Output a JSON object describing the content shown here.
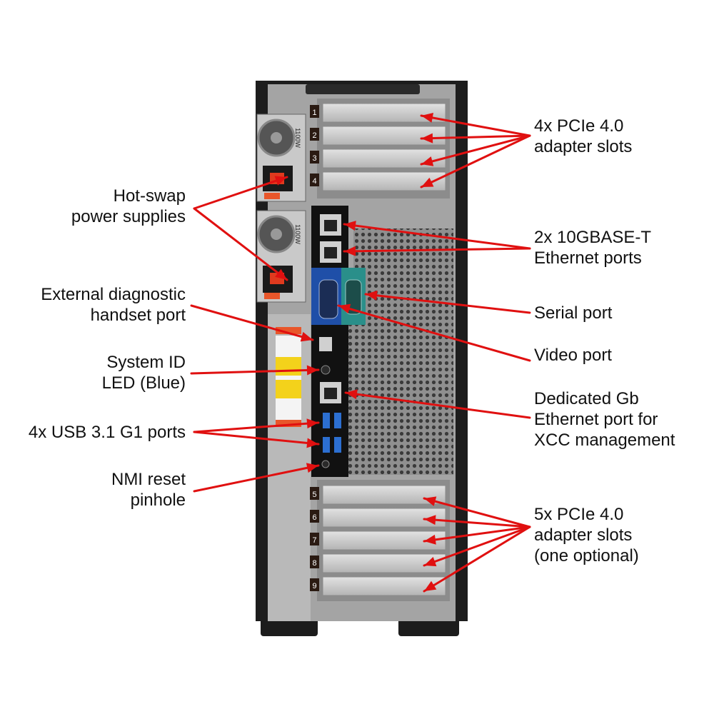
{
  "colors": {
    "arrow": "#e01010",
    "chassis": "#1d1d1d",
    "panel": "#9a9a9a",
    "io_panel": "#111111",
    "vga_blue": "#1f4fa8",
    "serial_teal": "#2a8f8a",
    "usb_blue": "#2c6fd1",
    "slot_silver": "#c8c8c8",
    "label_orange": "#e8562a",
    "warning_yellow": "#f3d21b"
  },
  "slot_numbers_top": [
    "1",
    "2",
    "3",
    "4"
  ],
  "slot_numbers_bottom": [
    "5",
    "6",
    "7",
    "8",
    "9"
  ],
  "psu_rating": "1100W",
  "labels": {
    "psu": [
      "Hot-swap",
      "power supplies"
    ],
    "diag": [
      "External diagnostic",
      "handset port"
    ],
    "sysid": [
      "System ID",
      "LED (Blue)"
    ],
    "usb": [
      "4x USB 3.1 G1 ports"
    ],
    "nmi": [
      "NMI reset",
      "pinhole"
    ],
    "pcie_top": [
      "4x PCIe 4.0",
      "adapter slots"
    ],
    "eth10g": [
      "2x 10GBASE-T",
      "Ethernet ports"
    ],
    "serial": [
      "Serial port"
    ],
    "video": [
      "Video port"
    ],
    "xcc": [
      "Dedicated Gb",
      "Ethernet port for",
      "XCC management"
    ],
    "pcie_bottom": [
      "5x PCIe 4.0",
      "adapter slots",
      "(one optional)"
    ]
  }
}
